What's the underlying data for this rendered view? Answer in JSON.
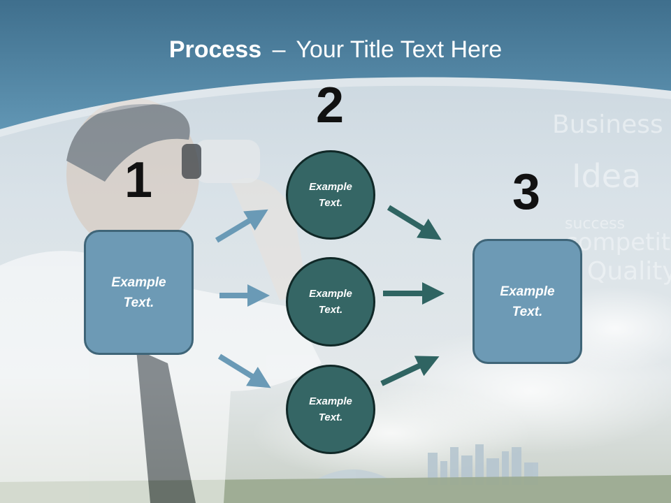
{
  "title": {
    "bold": "Process",
    "dash": "–",
    "rest": "Your Title Text Here"
  },
  "steps": [
    {
      "number": "1",
      "text": [
        "Example",
        "Text."
      ]
    },
    {
      "number": "2",
      "items": [
        {
          "text": [
            "Example",
            "Text."
          ]
        },
        {
          "text": [
            "Example",
            "Text."
          ]
        },
        {
          "text": [
            "Example",
            "Text."
          ]
        }
      ]
    },
    {
      "number": "3",
      "text": [
        "Example",
        "Text."
      ]
    }
  ],
  "background_words": [
    "Business",
    "Idea",
    "success",
    "Quality",
    "competition"
  ],
  "colors": {
    "header": "#4e7f9c",
    "box_fill": "#6d9ab5",
    "box_border": "#3f6578",
    "circle_fill": "#356665",
    "circle_border": "#102827",
    "arrow_left": "#6a9ab6",
    "arrow_right": "#2f6462"
  }
}
